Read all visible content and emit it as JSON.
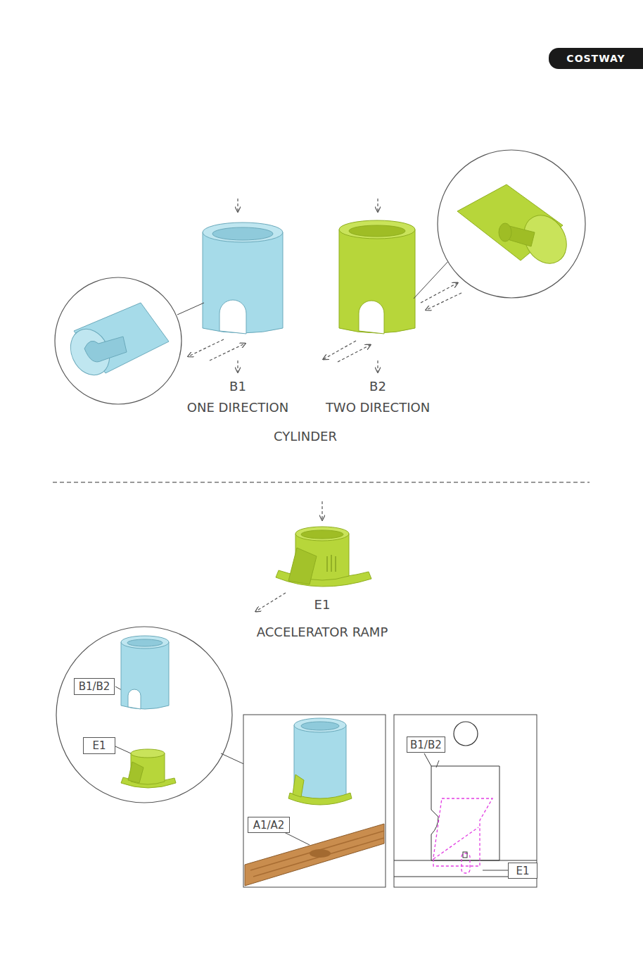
{
  "diagram": {
    "nodes": [
      {
        "text": [
          "COSTWAY"
        ]
      },
      {
        "text": [
          "B1/B2"
        ]
      },
      {
        "text": [
          "E1"
        ]
      },
      {
        "text": [
          "A1/A2"
        ]
      },
      {
        "text": [
          "B1/B2"
        ]
      },
      {
        "text": [
          "E1"
        ]
      }
    ],
    "labels": [
      "B1",
      "ONE DIRECTION",
      "B2",
      "TWO DIRECTION",
      "CYLINDER",
      "E1",
      "ACCELERATOR RAMP"
    ]
  }
}
